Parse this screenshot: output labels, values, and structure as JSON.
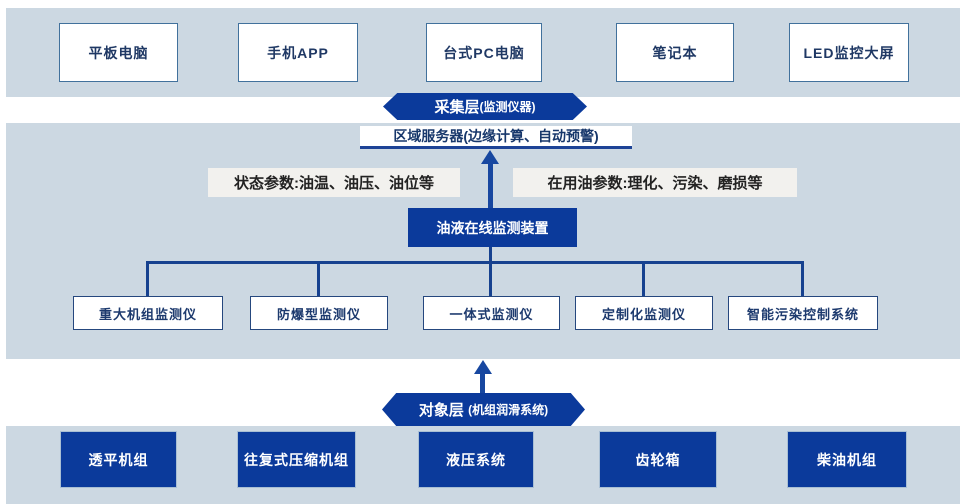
{
  "colors": {
    "band_blue": "#ccd8e2",
    "dark_blue_fill": "#0b3a9b",
    "box_border_blue": "#41719c",
    "navy_text": "#1f3864",
    "line_blue": "#16418f",
    "label_bg": "#f2f1ee"
  },
  "terminal_layer": {
    "items": [
      "平板电脑",
      "手机APP",
      "台式PC电脑",
      "笔记本",
      "LED监控大屏"
    ]
  },
  "collection_pill": {
    "title": "采集层",
    "subtitle": "(监测仪器)"
  },
  "server_box": {
    "label": "区域服务器(边缘计算、自动预警)"
  },
  "params": {
    "left": "状态参数:油温、油压、油位等",
    "right": "在用油参数:理化、污染、磨损等"
  },
  "device_box": {
    "label": "油液在线监测装置"
  },
  "monitors": [
    "重大机组监测仪",
    "防爆型监测仪",
    "一体式监测仪",
    "定制化监测仪",
    "智能污染控制系统"
  ],
  "object_pill": {
    "title": "对象层 ",
    "subtitle": "(机组润滑系统)"
  },
  "equipment": [
    "透平机组",
    "往复式压缩机组",
    "液压系统",
    "齿轮箱",
    "柴油机组"
  ]
}
